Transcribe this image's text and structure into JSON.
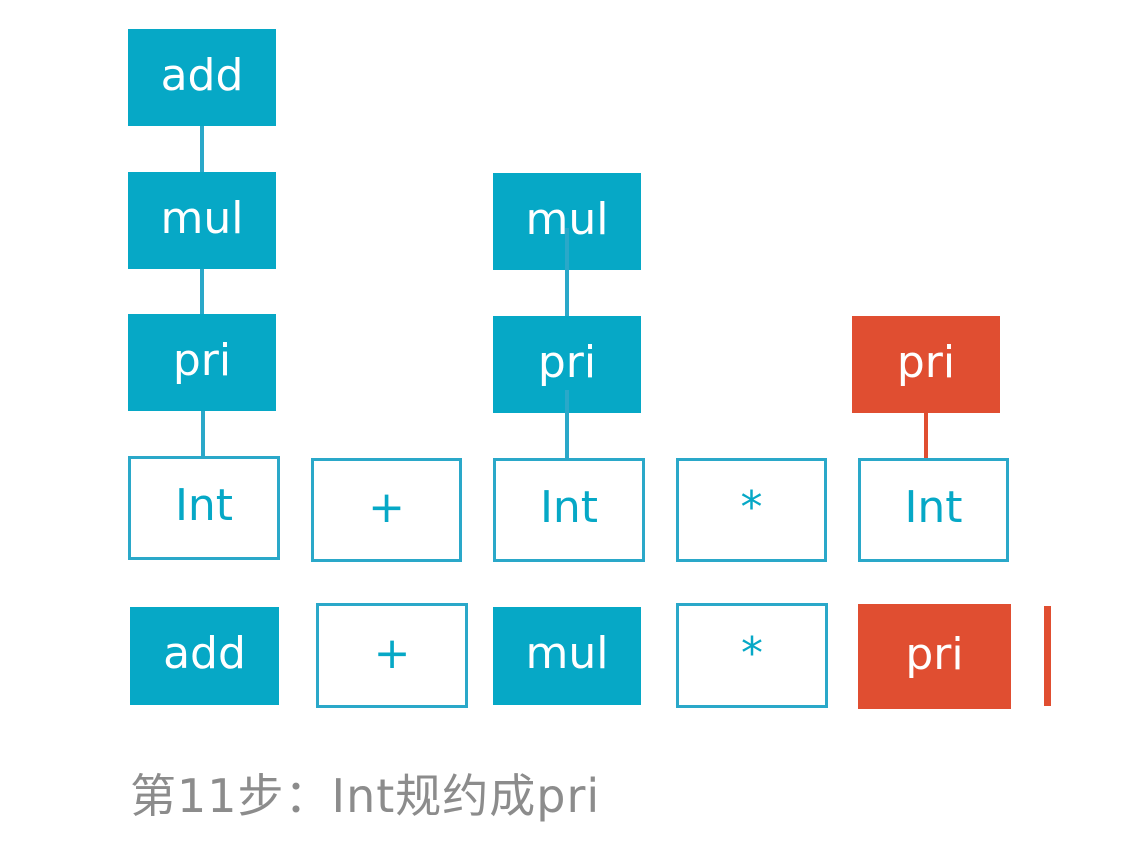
{
  "stack_tree": {
    "col1": {
      "add": "add",
      "mul": "mul",
      "pri": "pri",
      "token": "Int"
    },
    "col2": {
      "token": "+"
    },
    "col3": {
      "mul": "mul",
      "pri": "pri",
      "token": "Int"
    },
    "col4": {
      "token": "*"
    },
    "col5": {
      "pri": "pri",
      "token": "Int"
    }
  },
  "stack_row": [
    "add",
    "+",
    "mul",
    "*",
    "pri"
  ],
  "caption": "第11步：Int规约成pri",
  "colors": {
    "teal": "#06a8c6",
    "outline": "#2aa8c9",
    "highlight": "#e04e31",
    "caption": "#8c8c8c"
  }
}
